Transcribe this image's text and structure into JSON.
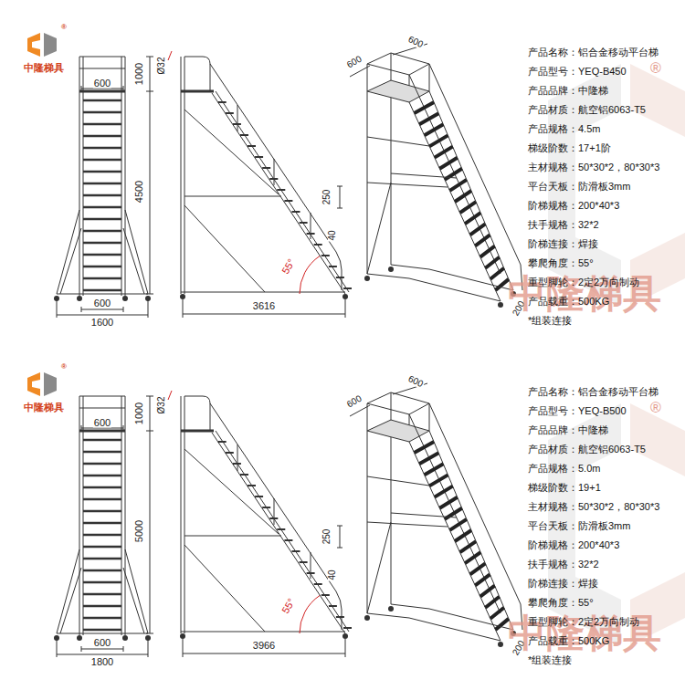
{
  "diagram": {
    "labels": [
      "®",
      "中隆梯具",
      "600",
      "600",
      "1600",
      "1000",
      "Ø32",
      "4500",
      "250",
      "40",
      "55°",
      "3616",
      "600",
      "600",
      "200",
      "产品名称：铝合金移动平台梯",
      "产品型号：YEQ-B450",
      "产品品牌：中隆梯",
      "产品材质：航空铝6063-T5",
      "产品规格：4.5m",
      "梯级阶数：17+1阶",
      "主材规格：50*30*2，80*30*3",
      "平台天板：防滑板3mm",
      "阶梯规格：200*40*3",
      "扶手规格：32*2",
      "阶梯连接：焊接",
      "攀爬角度：55°",
      "重型脚轮：2定2万向制动",
      "产品载重：500KG",
      "*组装连接",
      "®",
      "中隆梯具",
      "®",
      "中隆梯具",
      "600",
      "600",
      "1800",
      "1000",
      "Ø32",
      "5000",
      "250",
      "40",
      "55°",
      "3966",
      "600",
      "600",
      "200",
      "产品名称：铝合金移动平台梯",
      "产品型号：YEQ-B500",
      "产品品牌：中隆梯",
      "产品材质：航空铝6063-T5",
      "产品规格：5.0m",
      "梯级阶数：19+1",
      "主材规格：50*30*2，80*30*3",
      "平台天板：防滑板3mm",
      "阶梯规格：200*40*3",
      "扶手规格：32*2",
      "阶梯连接：焊接",
      "攀爬角度：55°",
      "重型脚轮：2定2万向制动",
      "产品载重：500KG",
      "*组装连接",
      "®",
      "中隆梯具"
    ]
  }
}
